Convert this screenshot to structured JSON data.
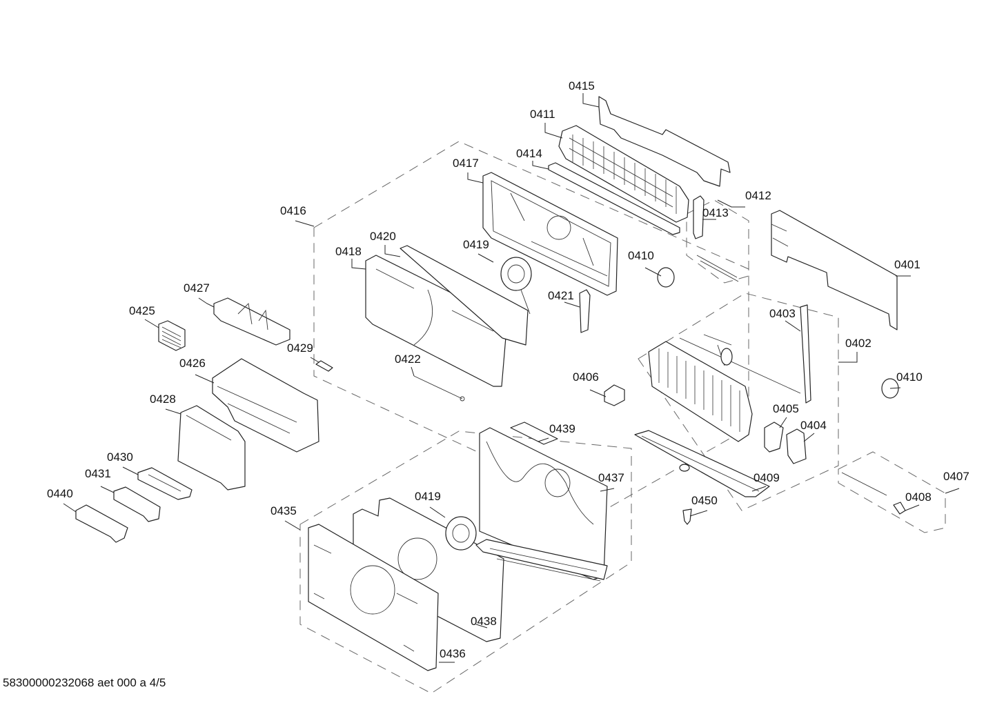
{
  "footer": "58300000232068 aet 000 a 4/5",
  "labels": {
    "p0401": "0401",
    "p0402": "0402",
    "p0403": "0403",
    "p0404": "0404",
    "p0405": "0405",
    "p0406": "0406",
    "p0407": "0407",
    "p0408": "0408",
    "p0409": "0409",
    "p0410a": "0410",
    "p0410b": "0410",
    "p0411": "0411",
    "p0412": "0412",
    "p0413": "0413",
    "p0414": "0414",
    "p0415": "0415",
    "p0416": "0416",
    "p0417": "0417",
    "p0418": "0418",
    "p0419a": "0419",
    "p0419b": "0419",
    "p0420": "0420",
    "p0421": "0421",
    "p0422": "0422",
    "p0425": "0425",
    "p0426": "0426",
    "p0427": "0427",
    "p0428": "0428",
    "p0429": "0429",
    "p0430": "0430",
    "p0431": "0431",
    "p0435": "0435",
    "p0436": "0436",
    "p0437": "0437",
    "p0438": "0438",
    "p0439": "0439",
    "p0440": "0440",
    "p0450": "0450"
  }
}
